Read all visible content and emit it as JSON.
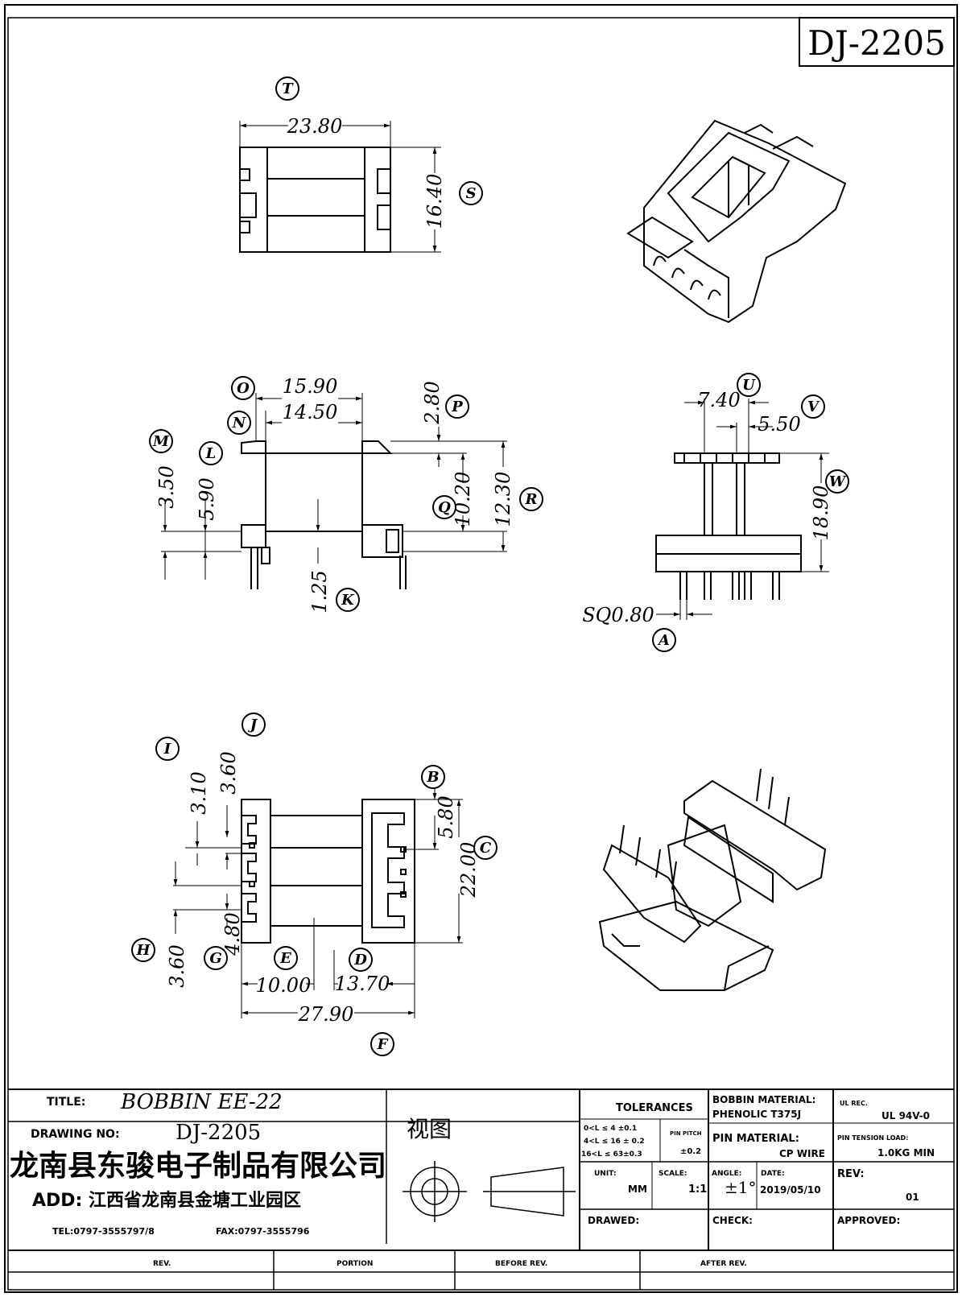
{
  "drawing_no_box": "DJ-2205",
  "dimensions": {
    "t_width": "23.80",
    "s_height": "16.40",
    "d15_90": "15.90",
    "d14_50": "14.50",
    "d2_80": "2.80",
    "d3_50": "3.50",
    "d5_90": "5.90",
    "d10_20": "10.20",
    "d12_30": "12.30",
    "d1_25": "1.25",
    "d7_40": "7.40",
    "d5_50": "5.50",
    "d18_90": "18.90",
    "sq": "SQ0.80",
    "d3_10": "3.10",
    "d3_60a": "3.60",
    "d5_80": "5.80",
    "d22_00": "22.00",
    "d4_80": "4.80",
    "d3_60b": "3.60",
    "d10_00": "10.00",
    "d13_70": "13.70",
    "d27_90": "27.90"
  },
  "labels": [
    "T",
    "S",
    "O",
    "N",
    "M",
    "L",
    "P",
    "Q",
    "R",
    "K",
    "U",
    "V",
    "W",
    "A",
    "J",
    "I",
    "B",
    "C",
    "H",
    "G",
    "E",
    "D",
    "F"
  ],
  "title_block": {
    "title_label": "TITLE:",
    "title_value": "BOBBIN  EE-22",
    "drawing_no_label": "DRAWING NO:",
    "drawing_no_value": "DJ-2205",
    "view_label": "视图",
    "company": "龙南县东骏电子制品有限公司",
    "address": "ADD: 江西省龙南县金塘工业园区",
    "tel": "TEL:0797-3555797/8",
    "fax": "FAX:0797-3555796",
    "tolerances_label": "TOLERANCES",
    "tol_row1": "0<L ≤ 4 ±0.1",
    "tol_row2": "4<L ≤ 16 ± 0.2",
    "tol_row3": "16<L ≤ 63±0.3",
    "pin_pitch_label": "PIN PITCH",
    "pin_pitch_value": "±0.2",
    "bobbin_material_label": "BOBBIN MATERIAL:",
    "bobbin_material_value": "PHENOLIC  T375J",
    "pin_material_label": "PIN MATERIAL:",
    "pin_material_value": "CP WIRE",
    "ul_rec_label": "UL REC.",
    "ul_rec_value": "UL  94V-0",
    "pin_tension_label": "PIN TENSION LOAD:",
    "pin_tension_value": "1.0KG MIN",
    "unit_label": "UNIT:",
    "unit_value": "MM",
    "scale_label": "SCALE:",
    "scale_value": "1:1",
    "angle_label": "ANGLE:",
    "angle_value": "±1°",
    "date_label": "DATE:",
    "date_value": "2019/05/10",
    "rev_label": "REV:",
    "rev_value": "01",
    "drawed_label": "DRAWED:",
    "check_label": "CHECK:",
    "approved_label": "APPROVED:",
    "rev_col": "REV.",
    "portion_col": "PORTION",
    "before_rev_col": "BEFORE REV.",
    "after_rev_col": "AFTER REV."
  }
}
